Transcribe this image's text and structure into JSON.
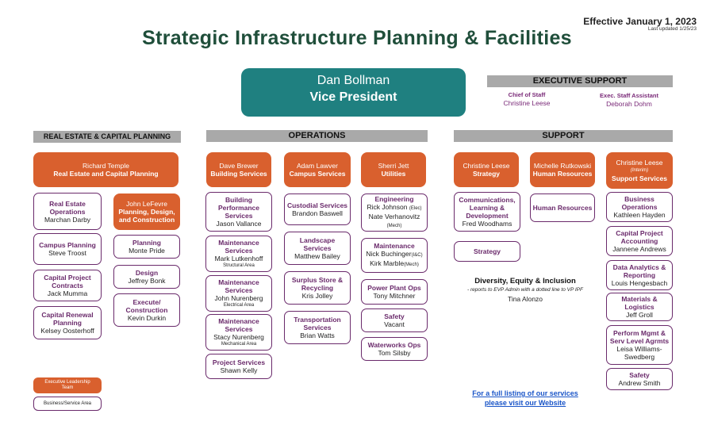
{
  "header": {
    "effective": "Effective January 1, 2023",
    "updated": "Last updated 1/25/23",
    "title": "Strategic Infrastructure Planning & Facilities"
  },
  "vp": {
    "name": "Dan Bollman",
    "title": "Vice President"
  },
  "exec_support": {
    "label": "EXECUTIVE SUPPORT",
    "chief_role": "Chief of Staff",
    "chief_name": "Christine Leese",
    "asst_role": "Exec. Staff Assistant",
    "asst_name": "Deborah Dohm"
  },
  "sections": {
    "real_estate": "REAL ESTATE & CAPITAL PLANNING",
    "operations": "OPERATIONS",
    "support": "SUPPORT"
  },
  "real_estate": {
    "leader_name": "Richard Temple",
    "leader_title": "Real Estate and Capital Planning",
    "sub_leader_name": "John LeFevre",
    "sub_leader_title": "Planning, Design, and Construction",
    "units": {
      "reo_h": "Real Estate Operations",
      "reo_p": "Marchan Darby",
      "cp_h": "Campus Planning",
      "cp_p": "Steve Troost",
      "cpc_h": "Capital Project Contracts",
      "cpc_p": "Jack Mumma",
      "crp_h": "Capital Renewal Planning",
      "crp_p": "Kelsey Oosterhoff",
      "pl_h": "Planning",
      "pl_p": "Monte Pride",
      "de_h": "Design",
      "de_p": "Jeffrey Bonk",
      "ec_h": "Execute/ Construction",
      "ec_p": "Kevin Durkin"
    }
  },
  "operations": {
    "l1_name": "Dave Brewer",
    "l1_title": "Building Services",
    "l2_name": "Adam Lawver",
    "l2_title": "Campus Services",
    "l3_name": "Sherri Jett",
    "l3_title": "Utilities",
    "units": {
      "bps_h": "Building Performance Services",
      "bps_p": "Jason Vallance",
      "ms_h": "Maintenance Services",
      "ms_p": "Mark Lutkenhoff",
      "ms_x": "Structural Area",
      "me_h": "Maintenance Services",
      "me_p": "John Nurenberg",
      "me_x": "Electrical Area",
      "mm_h": "Maintenance Services",
      "mm_p": "Stacy Nurenberg",
      "mm_x": "Mechanical Area",
      "ps_h": "Project Services",
      "ps_p": "Shawn Kelly",
      "cu_h": "Custodial Services",
      "cu_p": "Brandon Baswell",
      "ls_h": "Landscape Services",
      "ls_p": "Matthew Bailey",
      "sr_h": "Surplus Store & Recycling",
      "sr_p": "Kris Jolley",
      "ts_h": "Transportation Services",
      "ts_p": "Brian Watts",
      "en_h": "Engineering",
      "en_p1": "Rick Johnson",
      "en_s1": "(Elec)",
      "en_p2": "Nate Verhanovitz",
      "en_s2": "(Mech)",
      "ma_h": "Maintenance",
      "ma_p1": "Nick Buchinger",
      "ma_s1": "(I&C)",
      "ma_p2": "Kirk Marble",
      "ma_s2": "(Mech)",
      "pp_h": "Power Plant Ops",
      "pp_p": "Tony Mitchner",
      "sa_h": "Safety",
      "sa_p": "Vacant",
      "ww_h": "Waterworks Ops",
      "ww_p": "Tom Silsby"
    }
  },
  "support": {
    "l1_name": "Christine Leese",
    "l1_title": "Strategy",
    "l2_name": "Michelle Rutkowski",
    "l2_title": "Human Resources",
    "l3_name": "Christine Leese",
    "l3_sub": "(Interim)",
    "l3_title": "Support Services",
    "units": {
      "cld_h": "Communications, Learning & Development",
      "cld_p": "Fred Woodhams",
      "st_h": "Strategy",
      "hr_h": "Human Resources",
      "bo_h": "Business Operations",
      "bo_p": "Kathleen Hayden",
      "cpa_h": "Capital Project Accounting",
      "cpa_p": "Jannene Andrews",
      "dar_h": "Data Analytics & Reporting",
      "dar_p": "Louis Hengesbach",
      "ml_h": "Materials & Logistics",
      "ml_p": "Jeff Groll",
      "pm_h": "Perform Mgmt & Serv Level Agrmts",
      "pm_p": "Leisa Williams-Swedberg",
      "sf_h": "Safety",
      "sf_p": "Andrew Smith"
    },
    "dei_title": "Diversity, Equity & Inclusion",
    "dei_note": "- reports to EVP Admin with a dotted line to VP IPF",
    "dei_name": "Tina Alonzo"
  },
  "link": {
    "line1": "For a full listing of our services",
    "line2": "please visit our Website"
  },
  "legend": {
    "exec": "Executive Leadership Team",
    "area": "Business/Service Area"
  },
  "colors": {
    "title": "#1f4e3a",
    "vp": "#1f8080",
    "leader": "#d9602e",
    "unit_border": "#6a2a6b",
    "header": "#a9a9a9"
  }
}
